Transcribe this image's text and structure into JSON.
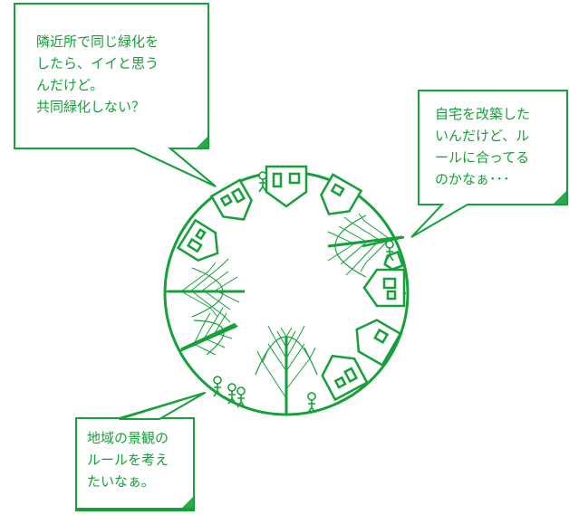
{
  "bubbles": {
    "top_left": "隣近所で同じ緑化を\nしたら、イイと思う\nんだけど。\n共同緑化しない？",
    "top_right": "自宅を改築した\nいんだけど、ル\nールに合ってる\nのかなぁ･･･",
    "bottom_left": "地域の景観の\nルールを考え\nたいなぁ。"
  },
  "colors": {
    "accent": "#16a03a"
  }
}
